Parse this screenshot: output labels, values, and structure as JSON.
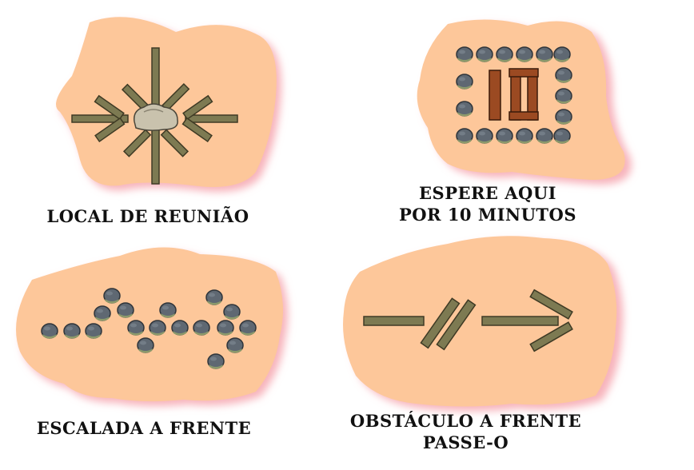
{
  "signs": [
    {
      "id": "meeting",
      "caption": [
        "LOCAL DE REUNIÃO"
      ]
    },
    {
      "id": "wait",
      "caption": [
        "ESPERE AQUI",
        "POR 10 MINUTOS"
      ]
    },
    {
      "id": "climb",
      "caption": [
        "ESCALADA A FRENTE"
      ]
    },
    {
      "id": "obstacle",
      "caption": [
        "OBSTÁCULO A FRENTE",
        "PASSE-O"
      ]
    }
  ],
  "colors": {
    "ground": "#fdc79a",
    "ground_shadow": "#f7b3bb",
    "stick": "#7d7a52",
    "stick_edge": "#3e3a24",
    "stone": "#5f6872",
    "stone_moss": "#8c9a6b",
    "log": "#9b4a22",
    "rock": "#c9c2ad"
  }
}
